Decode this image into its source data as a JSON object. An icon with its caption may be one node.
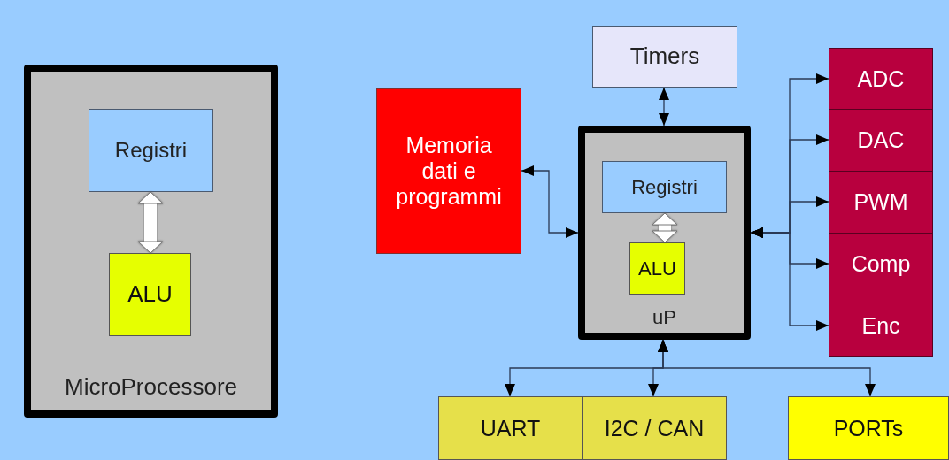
{
  "diagram": {
    "nodes": [
      {
        "text": [
          "MicroProcessore"
        ]
      },
      {
        "text": [
          "Registri"
        ],
        "in": 0
      },
      {
        "text": [
          "ALU"
        ],
        "in": 0
      },
      {
        "text": [
          "Timers"
        ]
      },
      {
        "text": [
          "Memoria dati e programmi"
        ]
      },
      {
        "text": [
          "uP"
        ]
      },
      {
        "text": [
          "Registri"
        ],
        "in": 5
      },
      {
        "text": [
          "ALU"
        ],
        "in": 5
      },
      {
        "text": [
          "ADC"
        ]
      },
      {
        "text": [
          "DAC"
        ]
      },
      {
        "text": [
          "PWM"
        ]
      },
      {
        "text": [
          "Comp"
        ]
      },
      {
        "text": [
          "Enc"
        ]
      },
      {
        "text": [
          "UART"
        ]
      },
      {
        "text": [
          "I2C / CAN"
        ]
      },
      {
        "text": [
          "PORTs"
        ]
      }
    ],
    "edges": [
      {
        "from": 1,
        "to": 2,
        "arrow": "both",
        "style": "thick",
        "color": "#ffffff"
      },
      {
        "from": 6,
        "to": 7,
        "arrow": "both",
        "style": "thick",
        "color": "#ffffff"
      },
      {
        "from": 3,
        "to": 5,
        "arrow": "both"
      },
      {
        "from": 4,
        "to": 5,
        "arrow": "both"
      },
      {
        "from": 5,
        "to": 8,
        "arrow": "both"
      },
      {
        "from": 5,
        "to": 9,
        "arrow": "both"
      },
      {
        "from": 5,
        "to": 10,
        "arrow": "both"
      },
      {
        "from": 5,
        "to": 11,
        "arrow": "both"
      },
      {
        "from": 5,
        "to": 12,
        "arrow": "both"
      },
      {
        "from": 5,
        "to": 13,
        "arrow": "both"
      },
      {
        "from": 5,
        "to": 14,
        "arrow": "both"
      },
      {
        "from": 5,
        "to": 15,
        "arrow": "both"
      }
    ]
  }
}
